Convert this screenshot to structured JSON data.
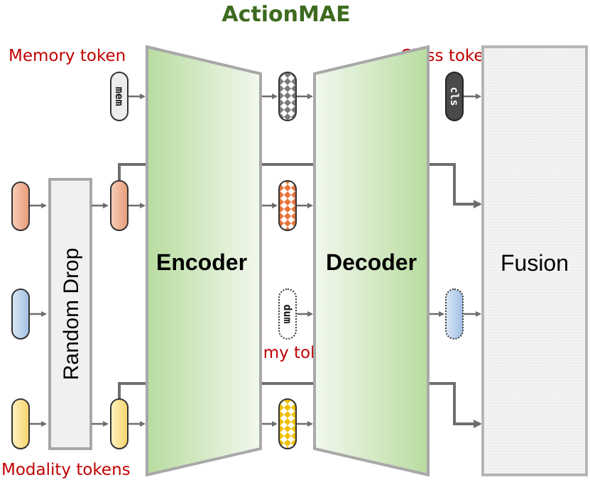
{
  "title": "ActionMAE",
  "labels": {
    "memory_token": "Memory token",
    "class_token": "Class token",
    "dummy_token": "Dummy token",
    "modality_tokens": "Modality tokens"
  },
  "blocks": {
    "random_drop": "Random Drop",
    "encoder": "Encoder",
    "decoder": "Decoder",
    "fusion": "Fusion"
  },
  "tokens": {
    "mem": "mem",
    "cls": "cls",
    "dum": "dum"
  },
  "colors": {
    "title": "#3e6b1f",
    "annotation": "#c00000",
    "orange_token": "#f3b9a0",
    "orange_pattern": "#e8743b",
    "blue_token": "#bcd4ee",
    "yellow_token": "#fde39a",
    "yellow_pattern": "#f0c000",
    "gray_pattern": "#7a7a7a",
    "green_block": "#bfe0a8",
    "connector": "#6e6e6e"
  }
}
